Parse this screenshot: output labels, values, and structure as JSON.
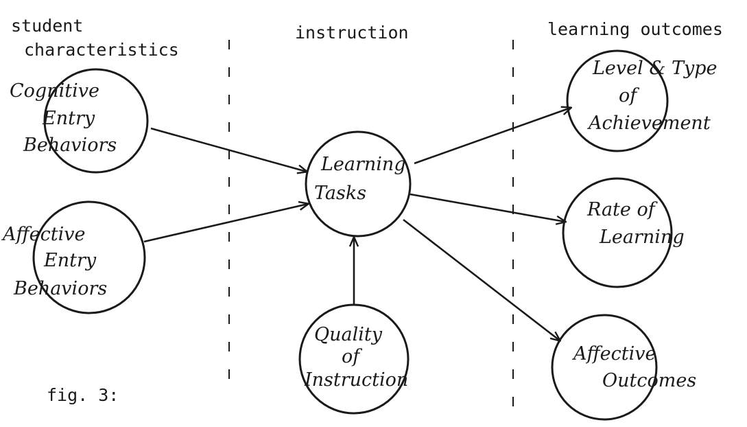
{
  "columns": {
    "student": [
      "student",
      "characteristics"
    ],
    "instruction": "instruction",
    "outcomes": "learning outcomes"
  },
  "caption": "fig. 3:",
  "nodes": {
    "cognitive": [
      "Cognitive",
      "Entry",
      "Behaviors"
    ],
    "affective_in": [
      "Affective",
      "Entry",
      "Behaviors"
    ],
    "tasks": [
      "Learning",
      "Tasks"
    ],
    "quality": [
      "Quality",
      "of",
      "Instruction"
    ],
    "achievement": [
      "Level & Type",
      "of",
      "Achievement"
    ],
    "rate": [
      "Rate of",
      "Learning"
    ],
    "affective_out": [
      "Affective",
      "Outcomes"
    ]
  }
}
